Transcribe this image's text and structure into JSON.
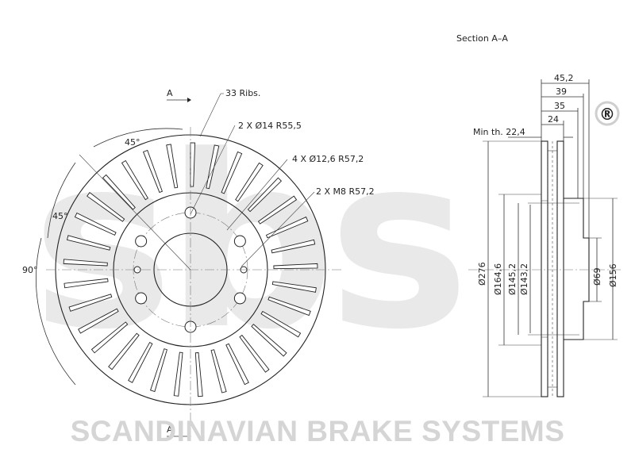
{
  "watermark": {
    "logo_text": "sbs",
    "registered_mark": "®",
    "brand_name": "SCANDINAVIAN BRAKE SYSTEMS"
  },
  "front_view": {
    "section_mark": "A",
    "ribs_label": "33 Ribs.",
    "holes_1_label": "2 X Ø14  R55,5",
    "holes_2_label": "4 X Ø12,6    R57,2",
    "holes_3_label": "2 X M8    R57,2",
    "angle_1": "45°",
    "angle_2": "45°",
    "angle_3": "90°",
    "rib_count": 33
  },
  "section_view": {
    "title": "Section A–A",
    "min_thickness": "Min th. 22,4",
    "widths": [
      "45,2",
      "39",
      "35",
      "24"
    ],
    "diameters": [
      "Ø276",
      "Ø164,6",
      "Ø145,2",
      "Ø143,2",
      "Ø69",
      "Ø156"
    ]
  }
}
